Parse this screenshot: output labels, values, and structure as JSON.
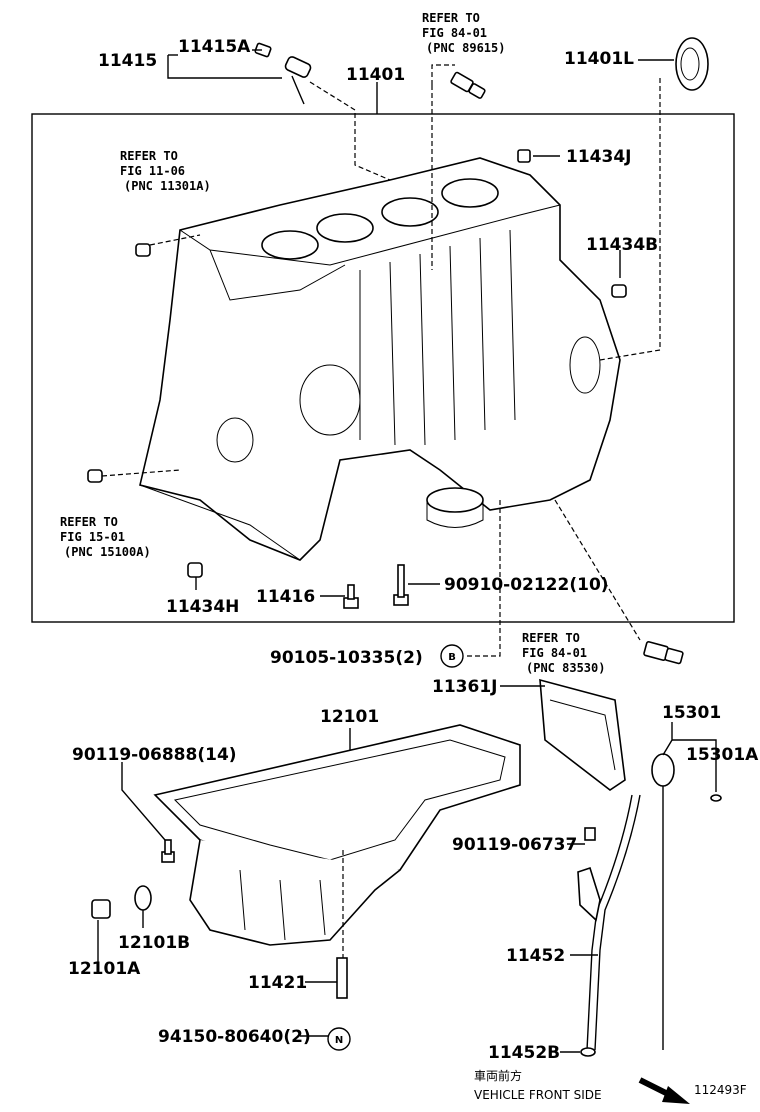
{
  "figure_id": "112493F",
  "labels": {
    "p11415": "11415",
    "p11415A": "11415A",
    "p11401": "11401",
    "p11401L": "11401L",
    "p11434J": "11434J",
    "p11434B": "11434B",
    "p11434H": "11434H",
    "p11416": "11416",
    "p90910": "90910-02122(10)",
    "p90105": "90105-10335(2)",
    "p11361J": "11361J",
    "p12101": "12101",
    "p15301": "15301",
    "p15301A": "15301A",
    "p90119a": "90119-06888(14)",
    "p90119b": "90119-06737",
    "p12101B": "12101B",
    "p12101A": "12101A",
    "p11452": "11452",
    "p11421": "11421",
    "p94150": "94150-80640(2)",
    "p11452B": "11452B"
  },
  "refs": {
    "ref1": [
      "REFER TO",
      "FIG 84-01",
      "(PNC 89615)"
    ],
    "ref2": [
      "REFER TO",
      "FIG 11-06",
      "(PNC 11301A)"
    ],
    "ref3": [
      "REFER TO",
      "FIG 15-01",
      "(PNC 15100A)"
    ],
    "ref4": [
      "REFER TO",
      "FIG 84-01",
      "(PNC 83530)"
    ]
  },
  "markers": {
    "b": "B",
    "n": "N"
  },
  "footer": {
    "jp": "車両前方",
    "en": "VEHICLE FRONT SIDE"
  }
}
